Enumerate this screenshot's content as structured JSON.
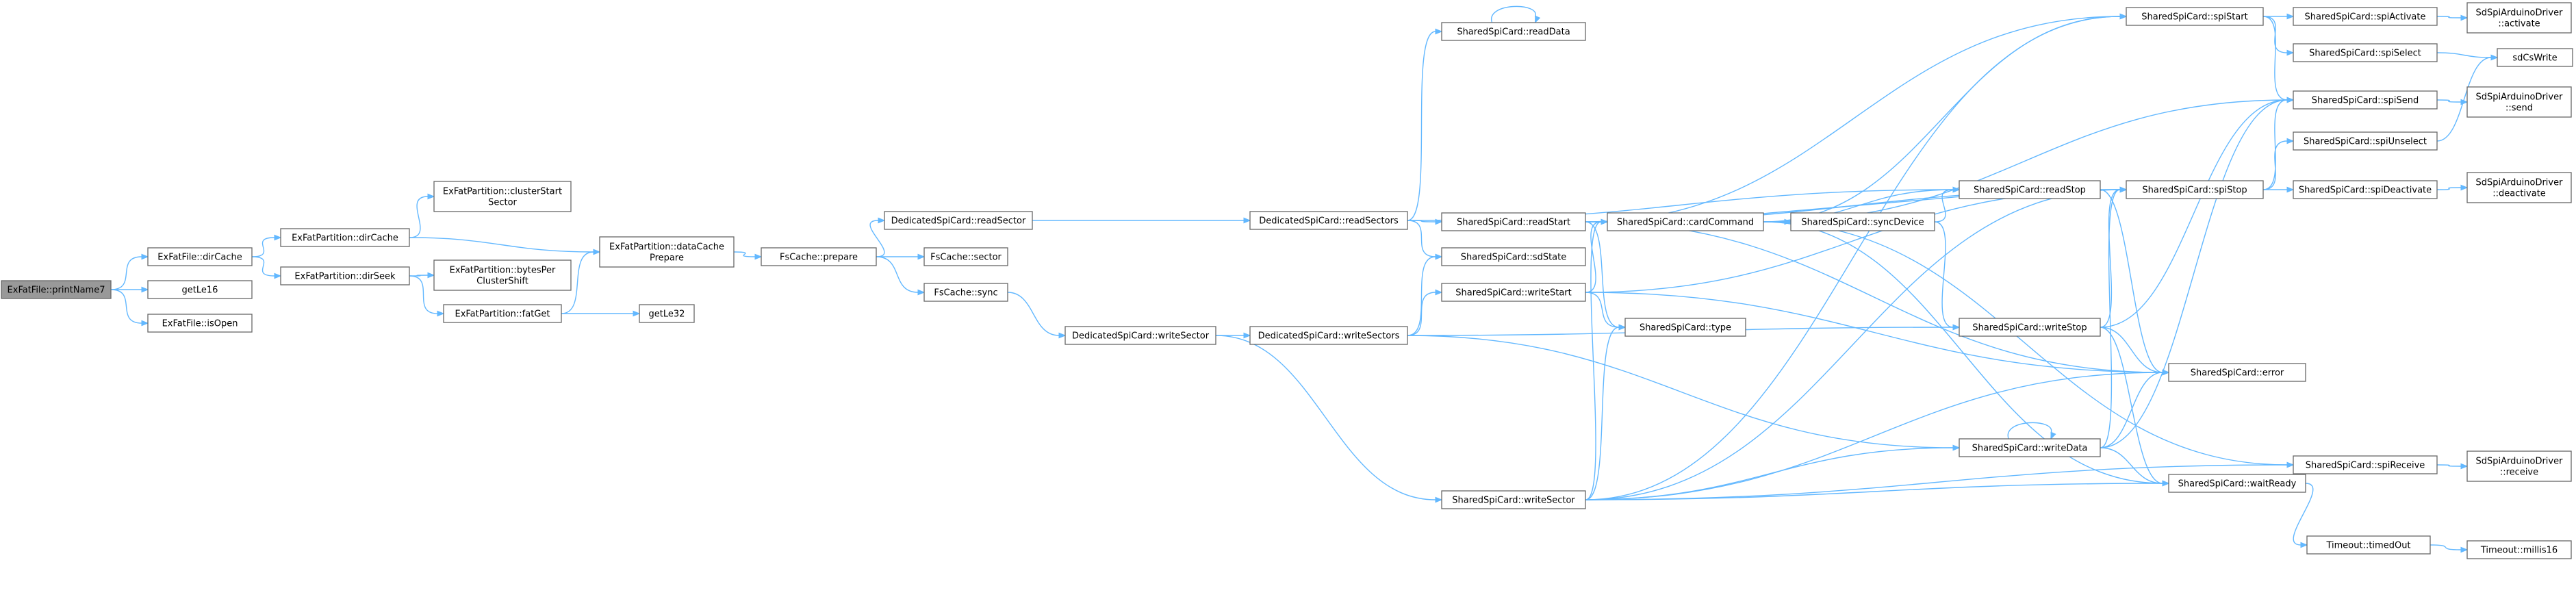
{
  "graph": {
    "nodes": [
      {
        "id": "printName7",
        "lines": [
          "ExFatFile::printName7"
        ],
        "root": true
      },
      {
        "id": "dirCache",
        "lines": [
          "ExFatFile::dirCache"
        ]
      },
      {
        "id": "getLe16",
        "lines": [
          "getLe16"
        ]
      },
      {
        "id": "isOpen",
        "lines": [
          "ExFatFile::isOpen"
        ]
      },
      {
        "id": "partDirCache",
        "lines": [
          "ExFatPartition::dirCache"
        ]
      },
      {
        "id": "dirSeek",
        "lines": [
          "ExFatPartition::dirSeek"
        ]
      },
      {
        "id": "clusterStartSector",
        "lines": [
          "ExFatPartition::clusterStart",
          "Sector"
        ]
      },
      {
        "id": "dataCachePrepare",
        "lines": [
          "ExFatPartition::dataCache",
          "Prepare"
        ]
      },
      {
        "id": "bytesPerClusterShift",
        "lines": [
          "ExFatPartition::bytesPer",
          "ClusterShift"
        ]
      },
      {
        "id": "fatGet",
        "lines": [
          "ExFatPartition::fatGet"
        ]
      },
      {
        "id": "getLe32",
        "lines": [
          "getLe32"
        ]
      },
      {
        "id": "prepare",
        "lines": [
          "FsCache::prepare"
        ]
      },
      {
        "id": "dReadSector",
        "lines": [
          "DedicatedSpiCard::readSector"
        ]
      },
      {
        "id": "sector",
        "lines": [
          "FsCache::sector"
        ]
      },
      {
        "id": "sync",
        "lines": [
          "FsCache::sync"
        ]
      },
      {
        "id": "dWriteSector",
        "lines": [
          "DedicatedSpiCard::writeSector"
        ]
      },
      {
        "id": "dReadSectors",
        "lines": [
          "DedicatedSpiCard::readSectors"
        ]
      },
      {
        "id": "dWriteSectors",
        "lines": [
          "DedicatedSpiCard::writeSectors"
        ]
      },
      {
        "id": "readData",
        "lines": [
          "SharedSpiCard::readData"
        ]
      },
      {
        "id": "readStart",
        "lines": [
          "SharedSpiCard::readStart"
        ]
      },
      {
        "id": "sdState",
        "lines": [
          "SharedSpiCard::sdState"
        ]
      },
      {
        "id": "writeStart",
        "lines": [
          "SharedSpiCard::writeStart"
        ]
      },
      {
        "id": "sWriteSector",
        "lines": [
          "SharedSpiCard::writeSector"
        ]
      },
      {
        "id": "cardCommand",
        "lines": [
          "SharedSpiCard::cardCommand"
        ]
      },
      {
        "id": "type",
        "lines": [
          "SharedSpiCard::type"
        ]
      },
      {
        "id": "syncDevice",
        "lines": [
          "SharedSpiCard::syncDevice"
        ]
      },
      {
        "id": "readStop",
        "lines": [
          "SharedSpiCard::readStop"
        ]
      },
      {
        "id": "writeStop",
        "lines": [
          "SharedSpiCard::writeStop"
        ]
      },
      {
        "id": "writeData",
        "lines": [
          "SharedSpiCard::writeData"
        ]
      },
      {
        "id": "spiStart",
        "lines": [
          "SharedSpiCard::spiStart"
        ]
      },
      {
        "id": "spiStop",
        "lines": [
          "SharedSpiCard::spiStop"
        ]
      },
      {
        "id": "error",
        "lines": [
          "SharedSpiCard::error"
        ]
      },
      {
        "id": "waitReady",
        "lines": [
          "SharedSpiCard::waitReady"
        ]
      },
      {
        "id": "spiActivate",
        "lines": [
          "SharedSpiCard::spiActivate"
        ]
      },
      {
        "id": "spiSelect",
        "lines": [
          "SharedSpiCard::spiSelect"
        ]
      },
      {
        "id": "spiSend",
        "lines": [
          "SharedSpiCard::spiSend"
        ]
      },
      {
        "id": "spiUnselect",
        "lines": [
          "SharedSpiCard::spiUnselect"
        ]
      },
      {
        "id": "spiDeactivate",
        "lines": [
          "SharedSpiCard::spiDeactivate"
        ]
      },
      {
        "id": "spiReceive",
        "lines": [
          "SharedSpiCard::spiReceive"
        ]
      },
      {
        "id": "timedOut",
        "lines": [
          "Timeout::timedOut"
        ]
      },
      {
        "id": "drvActivate",
        "lines": [
          "SdSpiArduinoDriver",
          "::activate"
        ]
      },
      {
        "id": "sdCsWrite",
        "lines": [
          "sdCsWrite"
        ]
      },
      {
        "id": "drvSend",
        "lines": [
          "SdSpiArduinoDriver",
          "::send"
        ]
      },
      {
        "id": "drvDeactivate",
        "lines": [
          "SdSpiArduinoDriver",
          "::deactivate"
        ]
      },
      {
        "id": "drvReceive",
        "lines": [
          "SdSpiArduinoDriver",
          "::receive"
        ]
      },
      {
        "id": "millis16",
        "lines": [
          "Timeout::millis16"
        ]
      }
    ],
    "edges": [
      [
        "printName7",
        "dirCache"
      ],
      [
        "printName7",
        "getLe16"
      ],
      [
        "printName7",
        "isOpen"
      ],
      [
        "dirCache",
        "partDirCache"
      ],
      [
        "dirCache",
        "dirSeek"
      ],
      [
        "partDirCache",
        "clusterStartSector"
      ],
      [
        "partDirCache",
        "dataCachePrepare"
      ],
      [
        "dirSeek",
        "bytesPerClusterShift"
      ],
      [
        "dirSeek",
        "fatGet"
      ],
      [
        "fatGet",
        "dataCachePrepare"
      ],
      [
        "fatGet",
        "getLe32"
      ],
      [
        "dataCachePrepare",
        "prepare"
      ],
      [
        "prepare",
        "dReadSector"
      ],
      [
        "prepare",
        "sector"
      ],
      [
        "prepare",
        "sync"
      ],
      [
        "dReadSector",
        "dReadSectors"
      ],
      [
        "sync",
        "dWriteSector"
      ],
      [
        "dWriteSector",
        "dWriteSectors"
      ],
      [
        "dWriteSector",
        "sWriteSector"
      ],
      [
        "dReadSectors",
        "readData"
      ],
      [
        "dReadSectors",
        "readStart"
      ],
      [
        "dReadSectors",
        "sdState"
      ],
      [
        "dReadSectors",
        "readStop"
      ],
      [
        "readData",
        "readData"
      ],
      [
        "readStart",
        "cardCommand"
      ],
      [
        "readStart",
        "type"
      ],
      [
        "readStart",
        "spiStop"
      ],
      [
        "readStart",
        "error"
      ],
      [
        "readStart",
        "spiStart"
      ],
      [
        "dWriteSectors",
        "sdState"
      ],
      [
        "dWriteSectors",
        "writeStart"
      ],
      [
        "dWriteSectors",
        "writeData"
      ],
      [
        "dWriteSectors",
        "writeStop"
      ],
      [
        "writeStart",
        "cardCommand"
      ],
      [
        "writeStart",
        "type"
      ],
      [
        "writeStart",
        "spiStop"
      ],
      [
        "writeStart",
        "error"
      ],
      [
        "sWriteSector",
        "cardCommand"
      ],
      [
        "sWriteSector",
        "type"
      ],
      [
        "sWriteSector",
        "writeData"
      ],
      [
        "sWriteSector",
        "error"
      ],
      [
        "sWriteSector",
        "spiStart"
      ],
      [
        "sWriteSector",
        "spiStop"
      ],
      [
        "sWriteSector",
        "waitReady"
      ],
      [
        "sWriteSector",
        "spiReceive"
      ],
      [
        "cardCommand",
        "syncDevice"
      ],
      [
        "cardCommand",
        "readStop"
      ],
      [
        "cardCommand",
        "spiSend"
      ],
      [
        "cardCommand",
        "spiReceive"
      ],
      [
        "cardCommand",
        "waitReady"
      ],
      [
        "cardCommand",
        "spiStart"
      ],
      [
        "syncDevice",
        "readStop"
      ],
      [
        "syncDevice",
        "writeStop"
      ],
      [
        "readStop",
        "cardCommand"
      ],
      [
        "readStop",
        "spiStop"
      ],
      [
        "readStop",
        "error"
      ],
      [
        "writeStop",
        "spiSend"
      ],
      [
        "writeStop",
        "spiStop"
      ],
      [
        "writeStop",
        "waitReady"
      ],
      [
        "writeStop",
        "error"
      ],
      [
        "writeData",
        "writeData"
      ],
      [
        "writeData",
        "spiSend"
      ],
      [
        "writeData",
        "spiStop"
      ],
      [
        "writeData",
        "waitReady"
      ],
      [
        "writeData",
        "error"
      ],
      [
        "spiStart",
        "spiActivate"
      ],
      [
        "spiStart",
        "spiSelect"
      ],
      [
        "spiStart",
        "spiSend"
      ],
      [
        "spiStop",
        "spiSend"
      ],
      [
        "spiStop",
        "spiUnselect"
      ],
      [
        "spiStop",
        "spiDeactivate"
      ],
      [
        "spiActivate",
        "drvActivate"
      ],
      [
        "spiSelect",
        "sdCsWrite"
      ],
      [
        "spiSend",
        "drvSend"
      ],
      [
        "spiUnselect",
        "sdCsWrite"
      ],
      [
        "spiDeactivate",
        "drvDeactivate"
      ],
      [
        "waitReady",
        "spiReceive"
      ],
      [
        "waitReady",
        "timedOut"
      ],
      [
        "spiReceive",
        "drvReceive"
      ],
      [
        "timedOut",
        "millis16"
      ]
    ]
  },
  "colors": {
    "edge": "#63b8ff",
    "node_border": "#666666",
    "root_fill": "#999999",
    "node_fill": "#ffffff"
  }
}
